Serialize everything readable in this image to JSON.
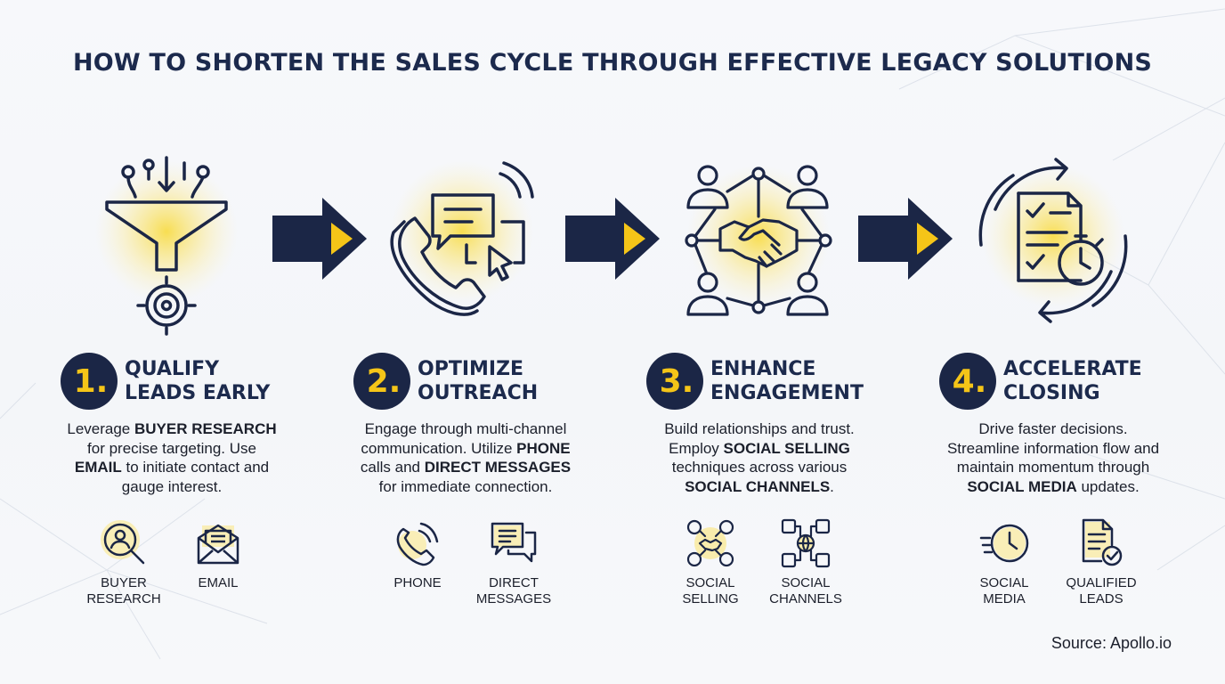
{
  "title": "HOW TO SHORTEN THE SALES CYCLE THROUGH EFFECTIVE LEGACY SOLUTIONS",
  "colors": {
    "navy": "#1b2646",
    "accent": "#f5c518",
    "text": "#1b1f2b",
    "glow": "#fbe78a"
  },
  "steps": [
    {
      "number": "1.",
      "title_lines": [
        "QUALIFY",
        "LEADS EARLY"
      ],
      "hero_icon": "funnel-target-icon",
      "desc_lines": [
        [
          {
            "t": "Leverage "
          },
          {
            "t": "BUYER RESEARCH",
            "b": true
          }
        ],
        [
          {
            "t": "for precise targeting. Use"
          }
        ],
        [
          {
            "t": "EMAIL",
            "b": true
          },
          {
            "t": " to initiate contact and"
          }
        ],
        [
          {
            "t": "gauge interest."
          }
        ]
      ],
      "tools": [
        {
          "icon": "buyer-research-icon",
          "label_lines": [
            "BUYER",
            "RESEARCH"
          ]
        },
        {
          "icon": "email-icon",
          "label_lines": [
            "EMAIL"
          ]
        }
      ]
    },
    {
      "number": "2.",
      "title_lines": [
        "OPTIMIZE",
        "OUTREACH"
      ],
      "hero_icon": "phone-chat-icon",
      "desc_lines": [
        [
          {
            "t": "Engage through multi-channel"
          }
        ],
        [
          {
            "t": "communication. Utilize "
          },
          {
            "t": "PHONE",
            "b": true
          }
        ],
        [
          {
            "t": "calls and "
          },
          {
            "t": "DIRECT MESSAGES",
            "b": true
          }
        ],
        [
          {
            "t": "for immediate connection."
          }
        ]
      ],
      "tools": [
        {
          "icon": "phone-icon",
          "label_lines": [
            "PHONE"
          ]
        },
        {
          "icon": "direct-messages-icon",
          "label_lines": [
            "DIRECT",
            "MESSAGES"
          ]
        }
      ]
    },
    {
      "number": "3.",
      "title_lines": [
        "ENHANCE",
        "ENGAGEMENT"
      ],
      "hero_icon": "handshake-network-icon",
      "desc_lines": [
        [
          {
            "t": "Build relationships and trust."
          }
        ],
        [
          {
            "t": "Employ "
          },
          {
            "t": "SOCIAL SELLING",
            "b": true
          }
        ],
        [
          {
            "t": "techniques across various"
          }
        ],
        [
          {
            "t": "SOCIAL CHANNELS",
            "b": true
          },
          {
            "t": "."
          }
        ]
      ],
      "tools": [
        {
          "icon": "social-selling-icon",
          "label_lines": [
            "SOCIAL",
            "SELLING"
          ]
        },
        {
          "icon": "social-channels-icon",
          "label_lines": [
            "SOCIAL",
            "CHANNELS"
          ]
        }
      ]
    },
    {
      "number": "4.",
      "title_lines": [
        "ACCELERATE",
        "CLOSING"
      ],
      "hero_icon": "document-cycle-stopwatch-icon",
      "desc_lines": [
        [
          {
            "t": "Drive faster decisions."
          }
        ],
        [
          {
            "t": "Streamline information flow and"
          }
        ],
        [
          {
            "t": "maintain momentum through"
          }
        ],
        [
          {
            "t": "SOCIAL MEDIA",
            "b": true
          },
          {
            "t": " updates."
          }
        ]
      ],
      "tools": [
        {
          "icon": "social-media-clock-icon",
          "label_lines": [
            "SOCIAL",
            "MEDIA"
          ]
        },
        {
          "icon": "qualified-leads-icon",
          "label_lines": [
            "QUALIFIED",
            "LEADS"
          ]
        }
      ]
    }
  ],
  "arrow_icon": "right-arrow-icon",
  "source": "Source: Apollo.io"
}
